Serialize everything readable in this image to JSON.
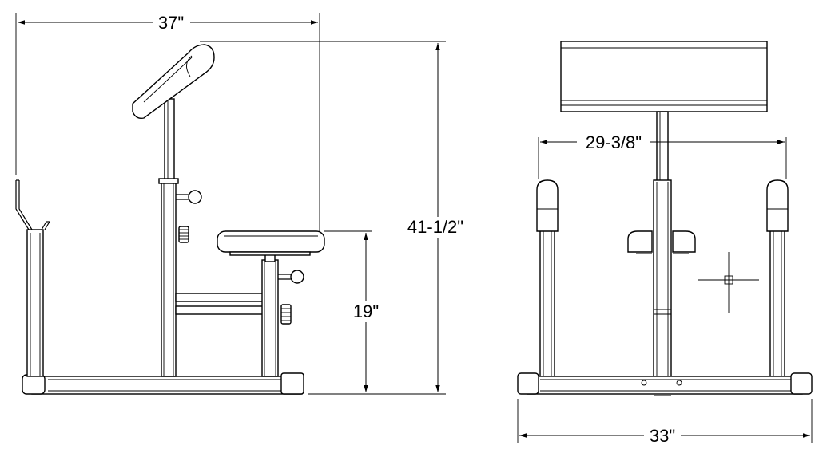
{
  "dimensions": {
    "overall_depth": "37\"",
    "overall_height": "41-1/2\"",
    "seat_height": "19\"",
    "upright_width": "29-3/8\"",
    "base_width": "33\""
  },
  "views": [
    "side-view",
    "front-view"
  ]
}
